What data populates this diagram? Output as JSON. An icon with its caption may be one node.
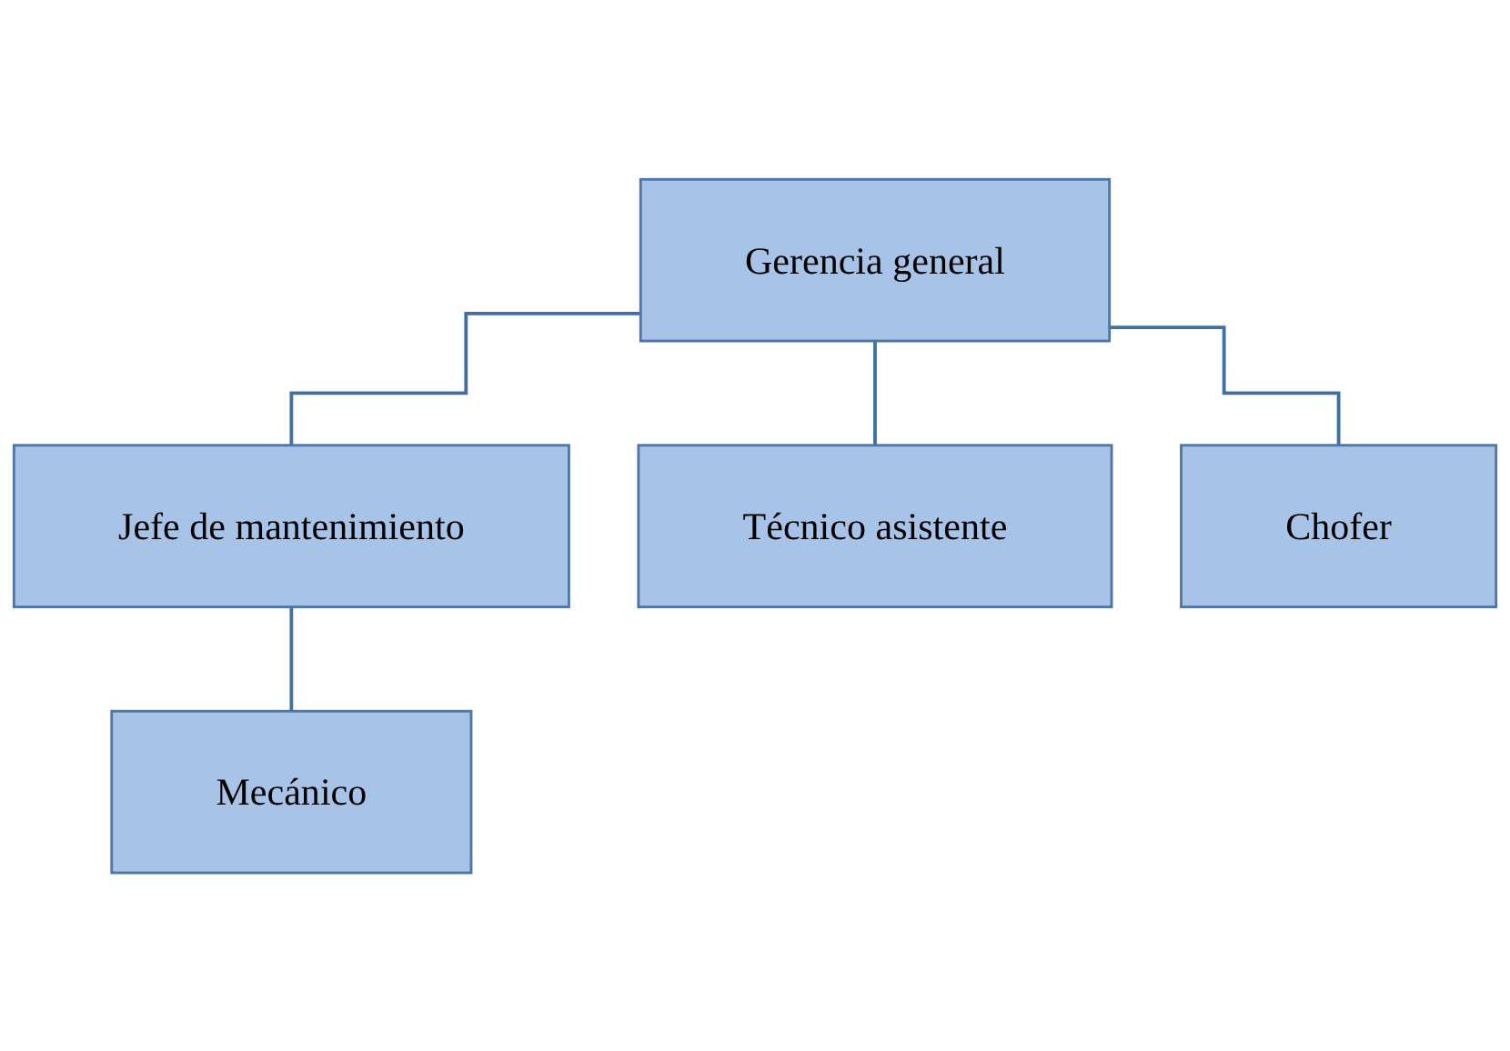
{
  "diagram": {
    "nodes": [
      {
        "text": [
          "Gerencia general"
        ]
      },
      {
        "text": [
          "Jefe de mantenimiento"
        ]
      },
      {
        "text": [
          "Técnico asistente"
        ]
      },
      {
        "text": [
          "Chofer"
        ]
      },
      {
        "text": [
          "Mecánico"
        ]
      }
    ],
    "edges": [
      {
        "from": 0,
        "to": 1,
        "arrow": "none"
      },
      {
        "from": 0,
        "to": 2,
        "arrow": "none"
      },
      {
        "from": 0,
        "to": 3,
        "arrow": "none"
      },
      {
        "from": 1,
        "to": 4,
        "arrow": "none"
      }
    ]
  }
}
